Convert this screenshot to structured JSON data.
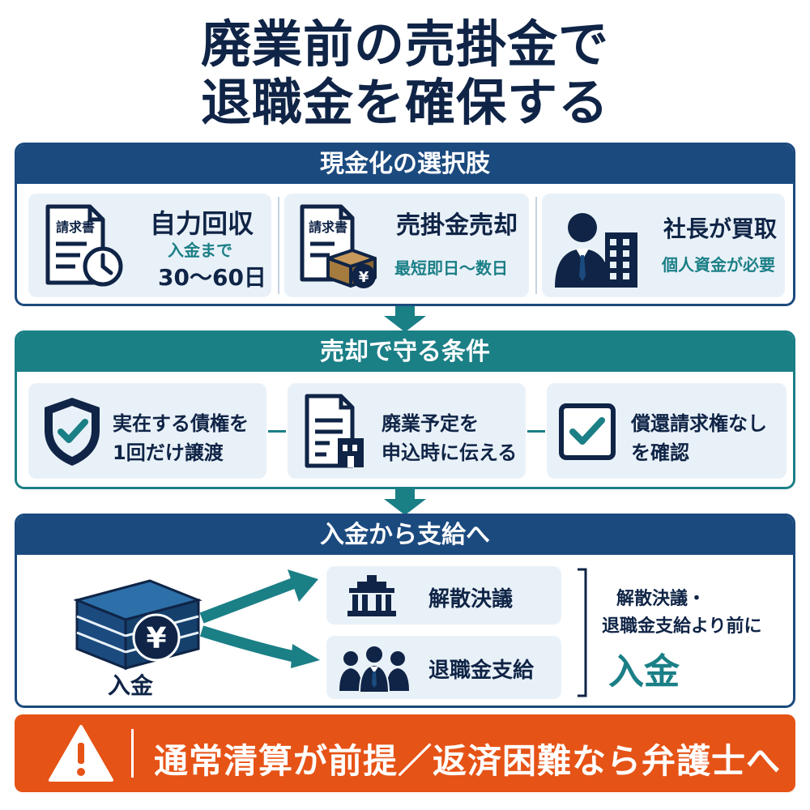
{
  "title": {
    "line1": "廃業前の売掛金で",
    "line2": "退職金を確保する"
  },
  "section1": {
    "heading": "現金化の選択肢",
    "cards": [
      {
        "doc_label": "請求書",
        "title": "自力回収",
        "sub1": "入金まで",
        "sub2": "30〜60日",
        "icon": "invoice-clock-icon"
      },
      {
        "doc_label": "請求書",
        "title": "売掛金売却",
        "sub1": "最短即日〜数日",
        "icon": "invoice-yen-box-icon"
      },
      {
        "title": "社長が買取",
        "sub1": "個人資金が必要",
        "icon": "president-building-icon"
      }
    ]
  },
  "section2": {
    "heading": "売却で守る条件",
    "cards": [
      {
        "line1": "実在する債権を",
        "line2": "1回だけ譲渡",
        "icon": "shield-check-icon"
      },
      {
        "line1": "廃業予定を",
        "line2": "申込時に伝える",
        "icon": "document-building-icon"
      },
      {
        "line1": "償還請求権なし",
        "line2": "を確認",
        "icon": "checkbox-icon"
      }
    ]
  },
  "section3": {
    "heading": "入金から支給へ",
    "money_label": "入金",
    "items": [
      {
        "label": "解散決議",
        "icon": "government-building-icon"
      },
      {
        "label": "退職金支給",
        "icon": "people-group-icon"
      }
    ],
    "note_line1": "解散決議・",
    "note_line2": "退職金支給より前に",
    "note_emph": "入金"
  },
  "warning": {
    "text": "通常清算が前提／返済困難なら弁護士へ",
    "icon": "warning-icon"
  },
  "colors": {
    "navy": "#1b4a7e",
    "teal": "#1b7f86",
    "orange": "#e65316",
    "card": "#e9f1f8"
  }
}
